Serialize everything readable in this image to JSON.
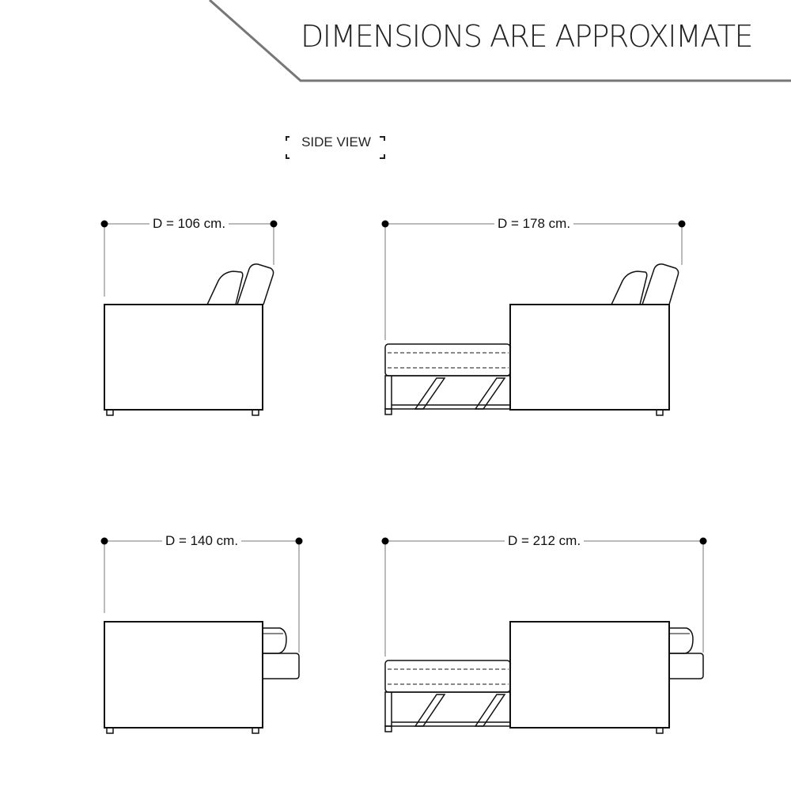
{
  "header": {
    "banner_title": "DIMENSIONS ARE APPROXIMATE"
  },
  "view_label": "SIDE VIEW",
  "diagrams": [
    {
      "id": "closed-upright",
      "depth_label": "D = 106 cm."
    },
    {
      "id": "open-upright",
      "depth_label": "D = 178 cm."
    },
    {
      "id": "closed-reclined",
      "depth_label": "D = 140 cm."
    },
    {
      "id": "open-reclined",
      "depth_label": "D = 212 cm."
    }
  ]
}
